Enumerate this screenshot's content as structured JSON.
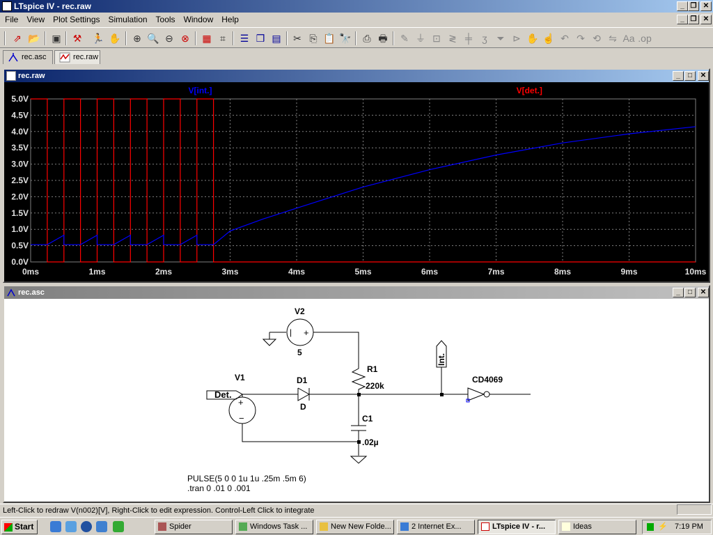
{
  "window": {
    "title": "LTspice IV - rec.raw"
  },
  "menu": [
    "File",
    "View",
    "Plot Settings",
    "Simulation",
    "Tools",
    "Window",
    "Help"
  ],
  "tabs": [
    {
      "label": "rec.asc"
    },
    {
      "label": "rec.raw"
    }
  ],
  "plot_window": {
    "title": "rec.raw"
  },
  "schematic_window": {
    "title": "rec.asc"
  },
  "chart_data": {
    "type": "line",
    "background": "#000000",
    "grid_color": "#808080",
    "traces": [
      {
        "name": "V[int.]",
        "color": "#0000ff",
        "x": [
          0,
          0.25,
          0.5,
          0.5,
          0.75,
          1.0,
          1.0,
          1.25,
          1.5,
          1.5,
          1.75,
          2.0,
          2.0,
          2.25,
          2.5,
          2.5,
          2.75,
          3,
          3.5,
          4,
          5,
          6,
          7,
          8,
          9,
          10
        ],
        "y": [
          0.53,
          0.53,
          0.82,
          0.53,
          0.53,
          0.82,
          0.53,
          0.53,
          0.82,
          0.53,
          0.53,
          0.82,
          0.53,
          0.53,
          0.82,
          0.53,
          0.53,
          0.95,
          1.32,
          1.65,
          2.3,
          2.83,
          3.28,
          3.65,
          3.93,
          4.15
        ]
      },
      {
        "name": "V[det.]",
        "color": "#ff0000",
        "x": [
          0,
          0.25,
          0.25,
          0.5,
          0.5,
          0.75,
          0.75,
          1.0,
          1.0,
          1.25,
          1.25,
          1.5,
          1.5,
          1.75,
          1.75,
          2.0,
          2.0,
          2.25,
          2.25,
          2.5,
          2.5,
          2.75,
          2.75,
          10
        ],
        "y": [
          5,
          5,
          0,
          0,
          5,
          5,
          0,
          0,
          5,
          5,
          0,
          0,
          5,
          5,
          0,
          0,
          5,
          5,
          0,
          0,
          5,
          5,
          0,
          0
        ]
      }
    ],
    "x_range": [
      0,
      10
    ],
    "y_range": [
      0,
      5
    ],
    "x_ticks": [
      "0ms",
      "1ms",
      "2ms",
      "3ms",
      "4ms",
      "5ms",
      "6ms",
      "7ms",
      "8ms",
      "9ms",
      "10ms"
    ],
    "y_ticks": [
      "0.0V",
      "0.5V",
      "1.0V",
      "1.5V",
      "2.0V",
      "2.5V",
      "3.0V",
      "3.5V",
      "4.0V",
      "4.5V",
      "5.0V"
    ]
  },
  "schematic": {
    "v2_name": "V2",
    "v2_value": "5",
    "r1_name": "R1",
    "r1_value": "220k",
    "v1_name": "V1",
    "det_label": "Det.",
    "d1_name": "D1",
    "d1_model": "D",
    "c1_name": "C1",
    "c1_value": ".02µ",
    "int_label": "Int.",
    "inverter_name": "CD4069",
    "pulse_directive": "PULSE(5 0 0 1u 1u .25m .5m 6)",
    "tran_directive": ".tran 0 .01 0 .001"
  },
  "status": {
    "text": "Left-Click to redraw V(n002)[V],  Right-Click to edit expression. Control-Left Click to integrate"
  },
  "taskbar": {
    "start": "Start",
    "tasks": [
      "Spider",
      "Windows Task ...",
      "New New Folde...",
      "2 Internet Ex...",
      "LTspice IV - r...",
      "Ideas"
    ],
    "clock": "7:19 PM"
  }
}
